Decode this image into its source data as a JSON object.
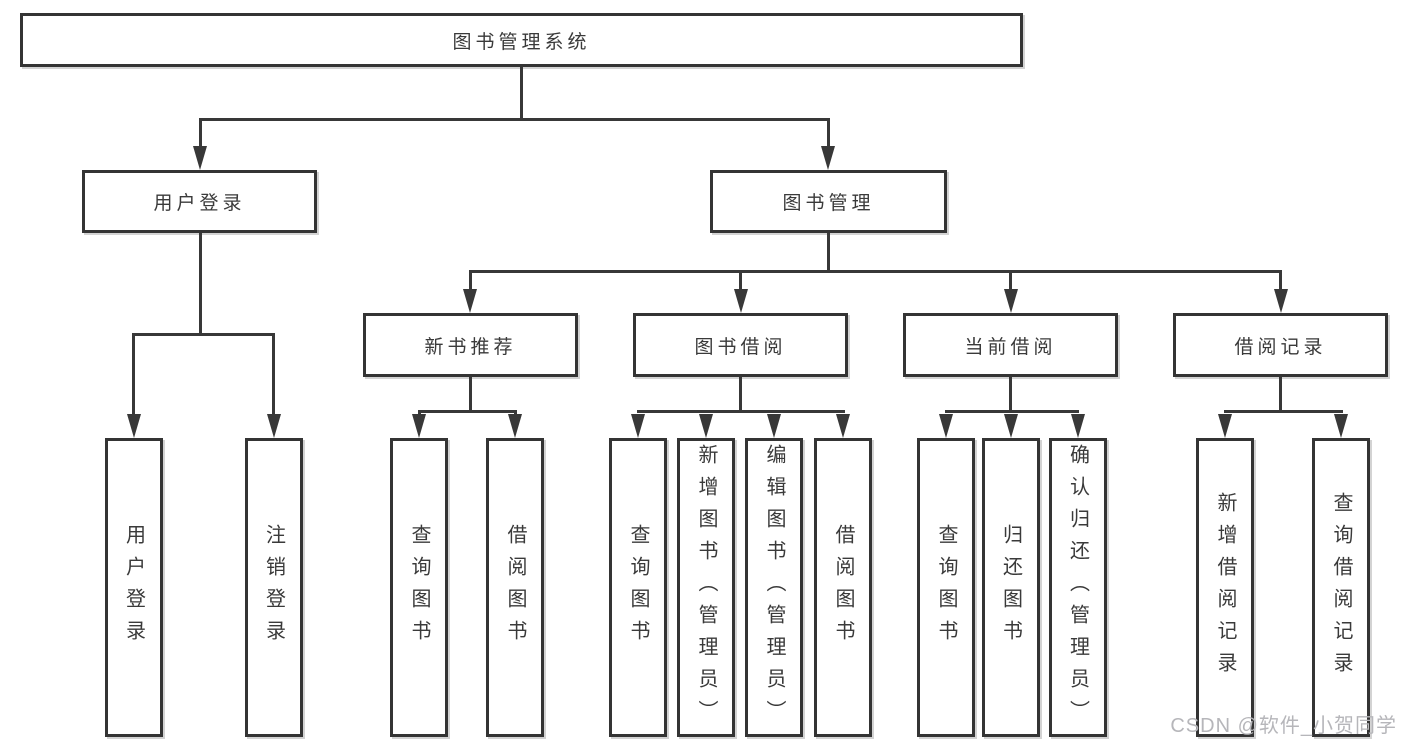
{
  "diagram": {
    "root": "图书管理系统",
    "level1": [
      "用户登录",
      "图书管理"
    ],
    "level2": [
      "新书推荐",
      "图书借阅",
      "当前借阅",
      "借阅记录"
    ],
    "leaves": {
      "user_login": [
        "用户登录",
        "注销登录"
      ],
      "new_books": [
        "查询图书",
        "借阅图书"
      ],
      "book_borrow": [
        "查询图书",
        "新增图书（管理员）",
        "编辑图书（管理员）",
        "借阅图书"
      ],
      "current_borrow": [
        "查询图书",
        "归还图书",
        "确认归还（管理员）"
      ],
      "borrow_records": [
        "新增借阅记录",
        "查询借阅记录"
      ]
    }
  },
  "watermark": "CSDN @软件_小贺同学",
  "colors": {
    "line": "#383838",
    "border": "#343434",
    "text": "#3a3a3a",
    "box_background": "#ffffff",
    "page_background": "#ffffff",
    "watermark": "#b6b6ba"
  }
}
